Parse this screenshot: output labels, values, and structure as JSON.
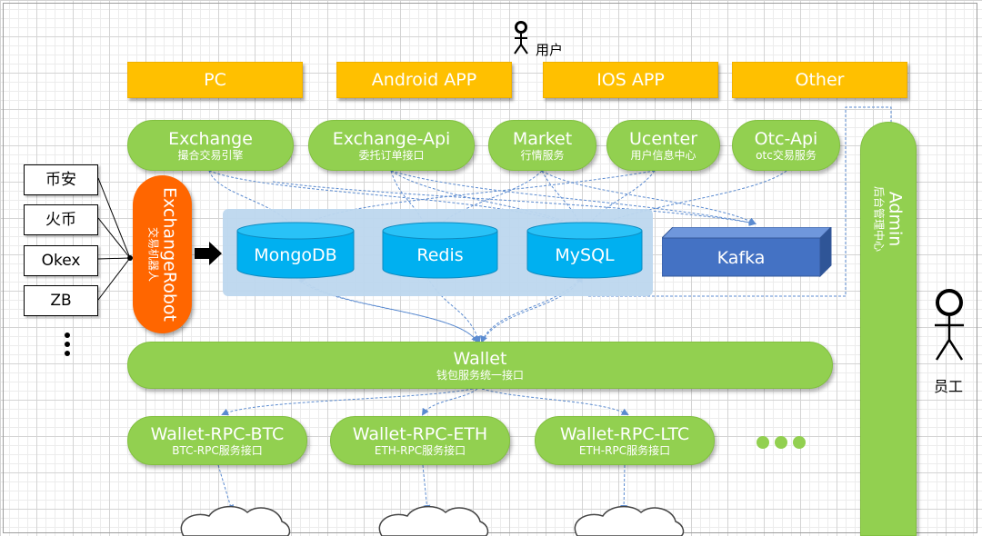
{
  "users": {
    "label": "用户"
  },
  "staff": {
    "label": "员工"
  },
  "clients": [
    "PC",
    "Android APP",
    "IOS APP",
    "Other"
  ],
  "services": [
    {
      "title": "Exchange",
      "sub": "撮合交易引擎"
    },
    {
      "title": "Exchange-Api",
      "sub": "委托订单接口"
    },
    {
      "title": "Market",
      "sub": "行情服务"
    },
    {
      "title": "Ucenter",
      "sub": "用户信息中心"
    },
    {
      "title": "Otc-Api",
      "sub": "otc交易服务"
    }
  ],
  "exchanges": [
    "币安",
    "火币",
    "Okex",
    "ZB"
  ],
  "robot": {
    "title": "ExchangeRobot",
    "sub": "交易机器人"
  },
  "stores": [
    "MongoDB",
    "Redis",
    "MySQL"
  ],
  "kafka": "Kafka",
  "wallet": {
    "title": "Wallet",
    "sub": "钱包服务统一接口"
  },
  "rpcs": [
    {
      "title": "Wallet-RPC-BTC",
      "sub": "BTC-RPC服务接口"
    },
    {
      "title": "Wallet-RPC-ETH",
      "sub": "ETH-RPC服务接口"
    },
    {
      "title": "Wallet-RPC-LTC",
      "sub": "ETH-RPC服务接口"
    }
  ],
  "admin": {
    "title": "Admin",
    "sub": "后台管理中心"
  },
  "colors": {
    "client": "#ffc000",
    "service": "#92d050",
    "robot": "#ff6600",
    "store": "#00b0f0",
    "kafka": "#4472c4",
    "store_bg": "#bdd7ee",
    "connector": "#5b8bd0"
  }
}
